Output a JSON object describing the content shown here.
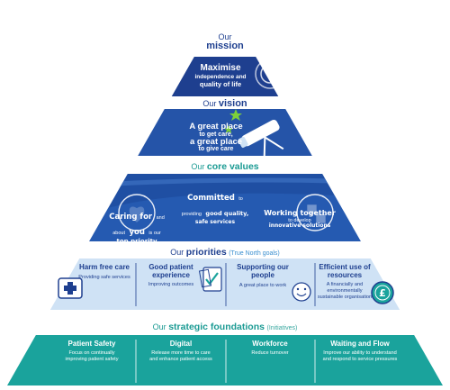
{
  "mission": {
    "our": "Our",
    "title": "mission",
    "line1": "Maximise",
    "line2": "independence and",
    "line3": "quality of life"
  },
  "vision": {
    "our": "Our",
    "title": "vision",
    "line1": "A great place",
    "line2": "to get care,",
    "line3": "a great place",
    "line4": "to give care"
  },
  "values": {
    "our": "Our",
    "title": "core values",
    "caring": {
      "a": "Caring for",
      "b": "and",
      "c": "about",
      "d": "you",
      "e": "is our",
      "f": "top priority"
    },
    "committed": {
      "a": "Committed",
      "b": "to",
      "c": "providing",
      "d": "good quality,",
      "e": "safe services"
    },
    "together": {
      "a": "Working together",
      "b": "to develop",
      "c": "innovative solutions"
    }
  },
  "priorities": {
    "our": "Our",
    "title": "priorities",
    "subtitle": "(True North goals)",
    "items": [
      {
        "title": "Harm free care",
        "desc": "Providing safe services"
      },
      {
        "title": "Good patient experience",
        "desc": "Improving outcomes"
      },
      {
        "title": "Supporting our people",
        "desc": "A great place to work"
      },
      {
        "title": "Efficient use of resources",
        "desc": "A financially and environmentally sustainable organisation"
      }
    ]
  },
  "foundations": {
    "our": "Our",
    "title": "strategic foundations",
    "subtitle": "(Initiatives)",
    "items": [
      {
        "title": "Patient Safety",
        "desc": "Focus on continually improving patient safety"
      },
      {
        "title": "Digital",
        "desc": "Release more time to care and enhance patient access"
      },
      {
        "title": "Workforce",
        "desc": "Reduce turnover"
      },
      {
        "title": "Waiting and Flow",
        "desc": "Improve our ability to understand and respond to service pressures"
      }
    ]
  },
  "colors": {
    "navy": "#1e3f8f",
    "blue": "#2c5fb8",
    "light_blue": "#cfe2f5",
    "teal": "#1aa39c",
    "teal_text": "#1a9a93"
  }
}
